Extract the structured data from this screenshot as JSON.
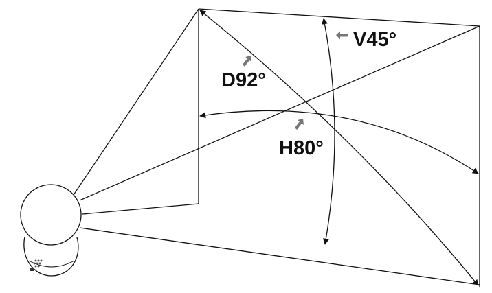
{
  "labels": {
    "vertical": "V45°",
    "diagonal": "D92°",
    "horizontal": "H80°"
  },
  "colors": {
    "line": "#111111",
    "arrow_indicator": "#777777",
    "background": "#ffffff"
  },
  "icons": {
    "camera": "camera-icon",
    "pointer": "arrow-pointer-icon"
  }
}
